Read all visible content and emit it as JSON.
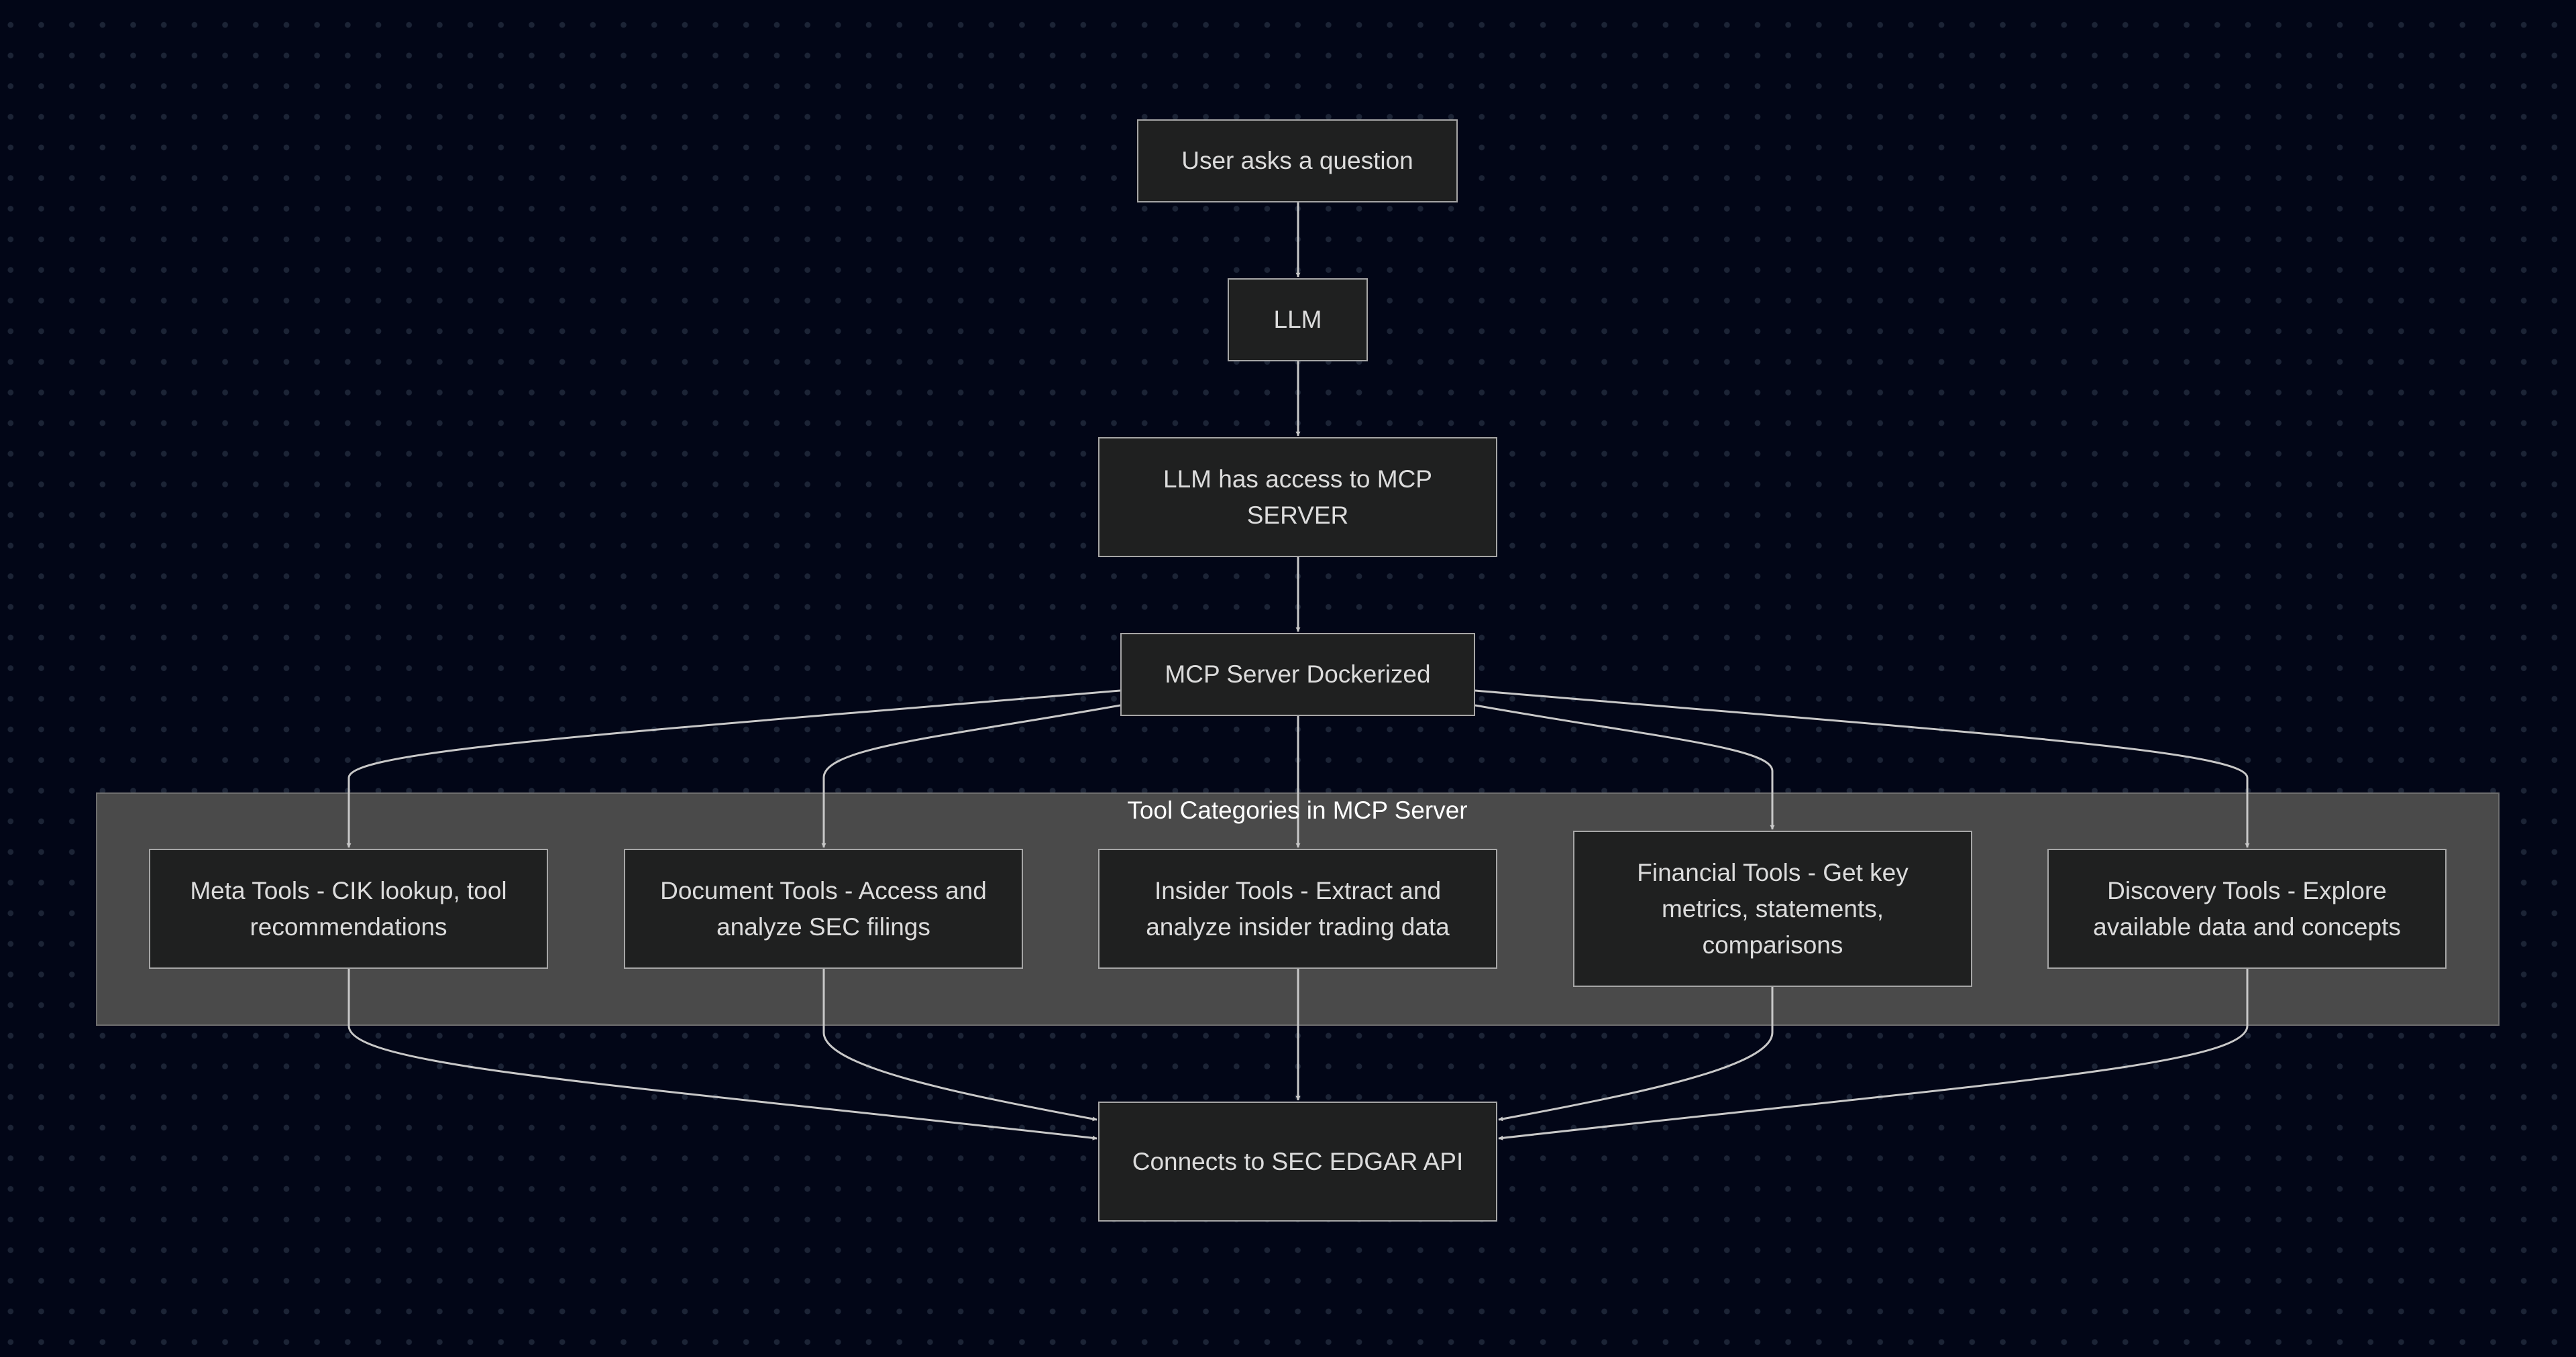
{
  "diagram": {
    "nodes": {
      "user_question": "User asks a question",
      "llm": "LLM",
      "llm_access": "LLM has access to MCP SERVER",
      "mcp_server": "MCP Server Dockerized",
      "meta_tools": "Meta Tools - CIK lookup, tool recommendations",
      "document_tools": "Document Tools - Access and analyze SEC filings",
      "insider_tools": "Insider Tools - Extract and analyze insider trading data",
      "financial_tools": "Financial Tools - Get key metrics, statements, comparisons",
      "discovery_tools": "Discovery Tools - Explore available data and concepts",
      "sec_edgar": "Connects to SEC EDGAR API"
    },
    "group": {
      "title": "Tool Categories in MCP Server"
    }
  },
  "colors": {
    "background": "#020617",
    "node_fill": "#1f2020",
    "node_border": "#a6a6a6",
    "group_fill": "#4a4a4a",
    "edge": "#c8c8c8"
  }
}
